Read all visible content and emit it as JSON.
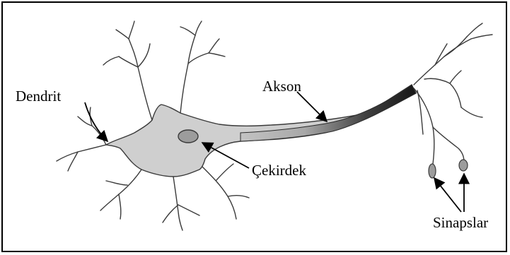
{
  "labels": {
    "dendrite": "Dendrit",
    "axon": "Akson",
    "nucleus": "Çekirdek",
    "synapses": "Sinapslar"
  },
  "colors": {
    "cell_body": "#cfcfcf",
    "nucleus": "#9c9c9c",
    "axon_dark": "#202020",
    "outline": "#3a3a3a"
  }
}
